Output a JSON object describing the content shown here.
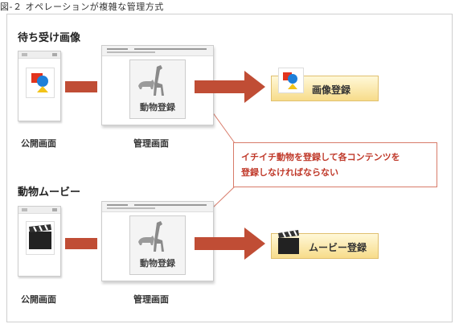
{
  "figure_title": "図-２ オペレーションが複雑な管理方式",
  "sections": [
    {
      "title": "待ち受け画像",
      "public_label": "公開画面",
      "admin_label": "管理画面",
      "admin_card_label": "動物登録",
      "result_label": "画像登録"
    },
    {
      "title": "動物ムービー",
      "public_label": "公開画面",
      "admin_label": "管理画面",
      "admin_card_label": "動物登録",
      "result_label": "ムービー登録"
    }
  ],
  "callout": {
    "line1": "イチイチ動物を登録して各コンテンツを",
    "line2": "登録しなければならない"
  },
  "colors": {
    "arrow": "#c04d35",
    "callout_text": "#c03a2b",
    "callout_border": "#d87b6a",
    "result_bg_top": "#fff8d8",
    "result_bg_bottom": "#f7dc8a"
  },
  "icons": [
    "shapes-icon",
    "clapperboard-icon",
    "giraffe-icon",
    "rhino-icon",
    "arrow-right-icon"
  ]
}
